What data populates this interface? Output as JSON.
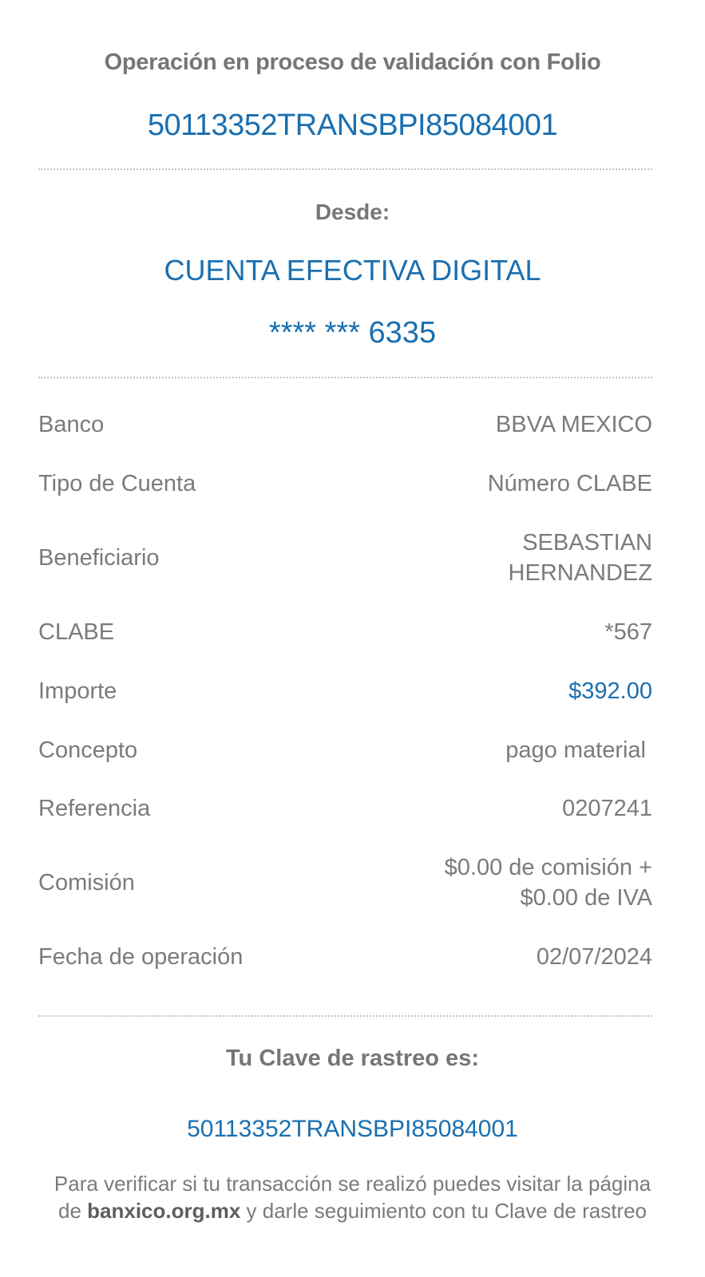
{
  "header": {
    "title": "Operación en proceso de validación con Folio",
    "folio": "50113352TRANSBPI85084001"
  },
  "origin": {
    "label": "Desde:",
    "account_name": "CUENTA EFECTIVA DIGITAL",
    "account_number": "**** *** 6335"
  },
  "details": [
    {
      "label": "Banco",
      "value": "BBVA MEXICO"
    },
    {
      "label": "Tipo de Cuenta",
      "value": "Número CLABE"
    },
    {
      "label": "Beneficiario",
      "value": "SEBASTIAN\nHERNANDEZ"
    },
    {
      "label": "CLABE",
      "value": "*567"
    },
    {
      "label": "Importe",
      "value": "$392.00"
    },
    {
      "label": "Concepto",
      "value": "pago material"
    },
    {
      "label": "Referencia",
      "value": "0207241"
    },
    {
      "label": "Comisión",
      "value": "$0.00 de comisión +\n$0.00 de IVA"
    },
    {
      "label": "Fecha de operación",
      "value": "02/07/2024"
    }
  ],
  "tracking": {
    "title": "Tu Clave de rastreo es:",
    "code": "50113352TRANSBPI85084001",
    "note_before": "Para verificar si tu transacción se realizó puedes visitar la página de ",
    "note_link": "banxico.org.mx",
    "note_after": " y darle seguimiento con tu Clave de rastreo"
  },
  "colors": {
    "accent": "#1a6fb0",
    "text": "#7b7b7b"
  }
}
